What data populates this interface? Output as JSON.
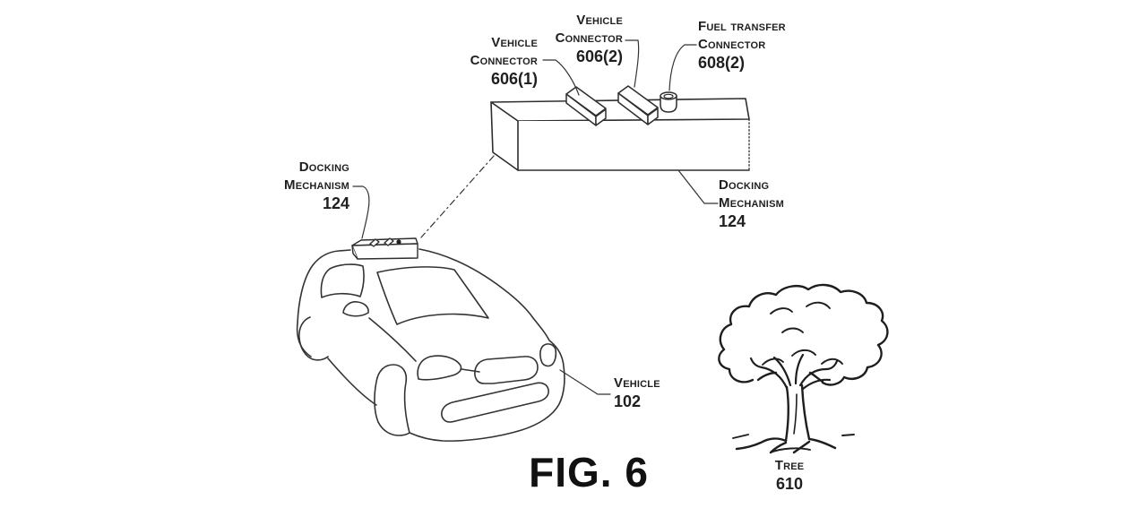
{
  "page": {
    "background": "#ffffff",
    "ink": "#2e2e2e"
  },
  "figure_caption": "FIG. 6",
  "callouts": {
    "vehicle_connector_1": {
      "line1": "Vehicle",
      "line2": "Connector",
      "ref": "606(1)"
    },
    "vehicle_connector_2": {
      "line1": "Vehicle",
      "line2": "Connector",
      "ref": "606(2)"
    },
    "fuel_transfer_connector_2": {
      "line1": "Fuel transfer",
      "line2": "Connector",
      "ref": "608(2)"
    },
    "docking_mechanism_left": {
      "line1": "Docking",
      "line2": "Mechanism",
      "ref": "124"
    },
    "docking_mechanism_right": {
      "line1": "Docking",
      "line2": "Mechanism",
      "ref": "124"
    },
    "vehicle": {
      "line1": "Vehicle",
      "ref": "102"
    },
    "tree": {
      "line1": "Tree",
      "ref": "610"
    }
  }
}
